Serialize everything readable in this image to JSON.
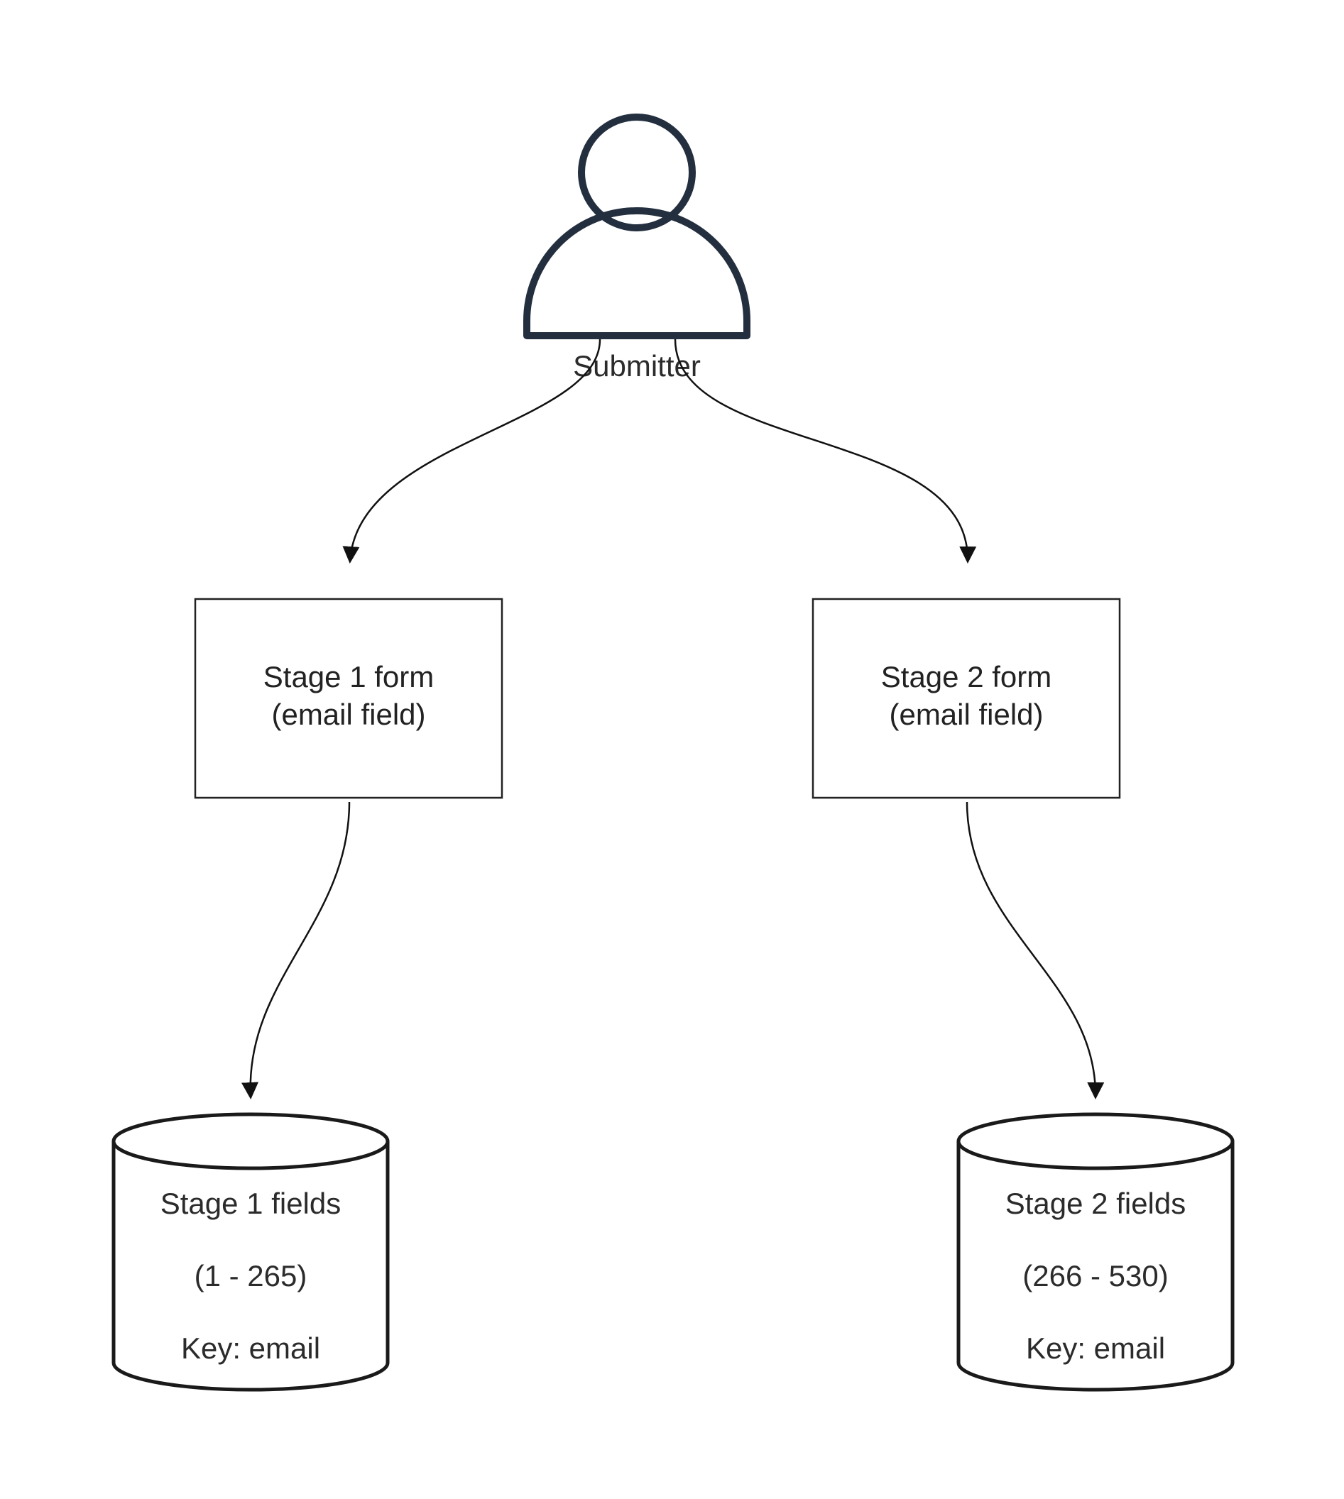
{
  "diagram": {
    "actor": {
      "label": "Submitter",
      "icon": "person-icon",
      "color": "#232f3e"
    },
    "forms": [
      {
        "line1": "Stage 1 form",
        "line2": "(email field)"
      },
      {
        "line1": "Stage 2 form",
        "line2": "(email field)"
      }
    ],
    "stores": [
      {
        "line1": "Stage 1 fields",
        "line2": "(1 - 265)",
        "line3": "Key: email"
      },
      {
        "line1": "Stage 2 fields",
        "line2": "(266 - 530)",
        "line3": "Key: email"
      }
    ],
    "edges": [
      {
        "from": "Submitter",
        "to": "Stage 1 form"
      },
      {
        "from": "Submitter",
        "to": "Stage 2 form"
      },
      {
        "from": "Stage 1 form",
        "to": "Stage 1 fields"
      },
      {
        "from": "Stage 2 form",
        "to": "Stage 2 fields"
      }
    ],
    "colors": {
      "stroke": "#1a1a1a",
      "background": "#ffffff"
    }
  }
}
